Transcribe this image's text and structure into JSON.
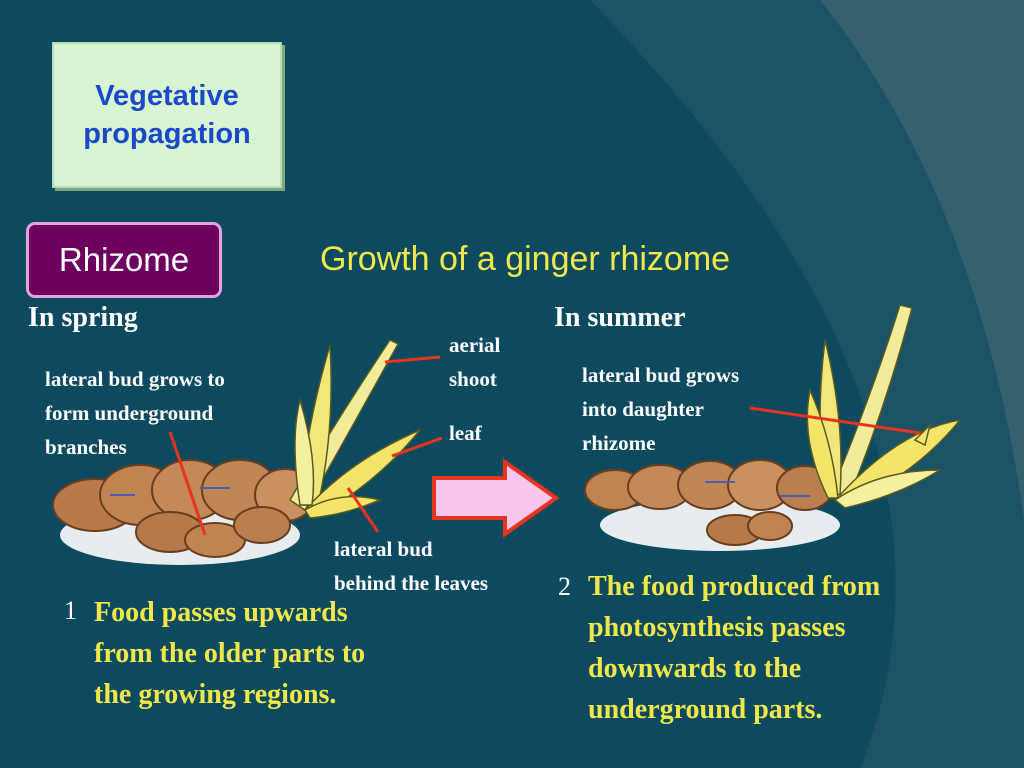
{
  "slide": {
    "title": "Vegetative\npropagation",
    "badge": "Rhizome",
    "heading": "Growth of a ginger rhizome"
  },
  "spring": {
    "season": "In spring",
    "lateral_bud_label": "lateral bud grows to\nform underground\nbranches",
    "aerial_shoot_label": "aerial\nshoot",
    "leaf_label": "leaf",
    "behind_leaves_label": "lateral bud\nbehind the leaves",
    "step_number": "1",
    "caption": "Food passes upwards\nfrom the older parts to\nthe growing regions."
  },
  "summer": {
    "season": "In summer",
    "daughter_label": "lateral bud grows\ninto daughter\nrhizome",
    "step_number": "2",
    "caption": "The food produced from\nphotosynthesis passes\ndownwards to the\nunderground parts."
  },
  "colors": {
    "background": "#0d4a60",
    "heading": "#f0e84a",
    "title_text": "#1c48c8",
    "badge": "#6d005e",
    "pointer_line": "#e8341c",
    "arrow_fill": "#f9c6f0"
  }
}
